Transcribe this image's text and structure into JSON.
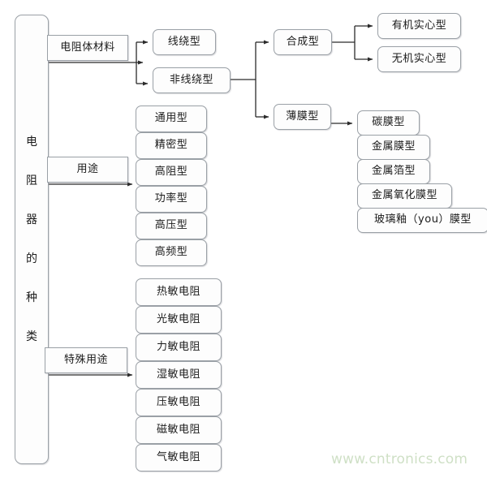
{
  "diagram": {
    "title": "电阻器的种类",
    "root": {
      "label_chars": [
        "电",
        "阻",
        "器",
        "的",
        "种",
        "类"
      ],
      "label": "电阻器的种类"
    },
    "branches": [
      {
        "id": "material",
        "label": "电阻体材料",
        "children": [
          {
            "id": "wirewound",
            "label": "线绕型",
            "children": []
          },
          {
            "id": "non-wirewound",
            "label": "非线绕型",
            "children": [
              {
                "id": "synthetic",
                "label": "合成型",
                "children": [
                  {
                    "id": "organic-solid",
                    "label": "有机实心型"
                  },
                  {
                    "id": "inorganic-solid",
                    "label": "无机实心型"
                  }
                ]
              },
              {
                "id": "thin-film",
                "label": "薄膜型",
                "children": [
                  {
                    "id": "carbon-film",
                    "label": "碳膜型"
                  },
                  {
                    "id": "metal-film",
                    "label": "金属膜型"
                  },
                  {
                    "id": "metal-foil",
                    "label": "金属箔型"
                  },
                  {
                    "id": "metal-oxide-film",
                    "label": "金属氧化膜型"
                  },
                  {
                    "id": "glass-glaze-film",
                    "label": "玻璃釉（you）膜型"
                  }
                ]
              }
            ]
          }
        ]
      },
      {
        "id": "usage",
        "label": "用途",
        "children": [
          {
            "id": "general",
            "label": "通用型"
          },
          {
            "id": "precision",
            "label": "精密型"
          },
          {
            "id": "high-resistance",
            "label": "高阻型"
          },
          {
            "id": "power",
            "label": "功率型"
          },
          {
            "id": "high-voltage",
            "label": "高压型"
          },
          {
            "id": "high-frequency",
            "label": "高频型"
          }
        ]
      },
      {
        "id": "special-usage",
        "label": "特殊用途",
        "children": [
          {
            "id": "thermistor",
            "label": "热敏电阻"
          },
          {
            "id": "photoresistor",
            "label": "光敏电阻"
          },
          {
            "id": "force-sensitive",
            "label": "力敏电阻"
          },
          {
            "id": "humidity-sensitive",
            "label": "湿敏电阻"
          },
          {
            "id": "varistor",
            "label": "压敏电阻"
          },
          {
            "id": "magneto-sensitive",
            "label": "磁敏电阻"
          },
          {
            "id": "gas-sensitive",
            "label": "气敏电阻"
          }
        ]
      }
    ]
  },
  "watermark": {
    "text": "www.cntronics.com",
    "color": "#cfe0c6"
  },
  "colors": {
    "box_border": "#9aa0a6",
    "box_fill": "#fdfdfd",
    "line": "#2b2b2b",
    "text": "#1b1b1b"
  }
}
